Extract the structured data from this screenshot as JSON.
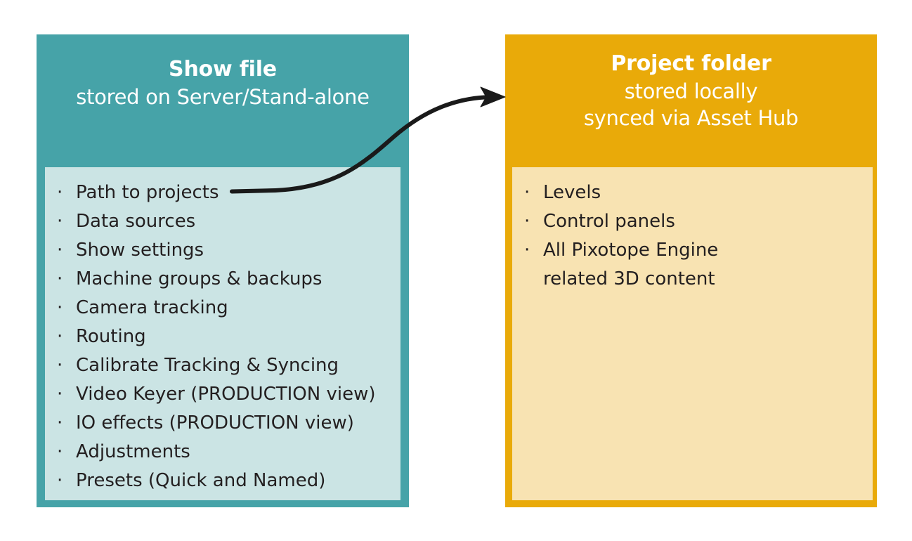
{
  "diagram": {
    "type": "two-panel comparison",
    "colors": {
      "teal": "#46A3A8",
      "teal_light": "#CBE4E4",
      "gold": "#E9AA09",
      "gold_light": "#F8E3B2",
      "text": "#231F20",
      "arrow": "#1A1A1A",
      "background": "#FFFFFF"
    },
    "bullet_glyph": "·"
  },
  "show_file": {
    "title": "Show file",
    "subtitle": "stored on Server/Stand-alone",
    "items": [
      "Path to projects",
      "Data sources",
      "Show settings",
      "Machine groups & backups",
      "Camera tracking",
      "Routing",
      "Calibrate Tracking & Syncing",
      "Video Keyer (PRODUCTION view)",
      "IO effects (PRODUCTION view)",
      "Adjustments",
      "Presets (Quick and Named)"
    ]
  },
  "project_folder": {
    "title": "Project folder",
    "subtitle_line1": "stored locally",
    "subtitle_line2": "synced via Asset Hub",
    "items": [
      "Levels",
      "Control panels",
      "All Pixotope Engine\nrelated 3D content"
    ]
  },
  "connector": {
    "label": "",
    "from": "Path to projects",
    "to": "Project folder"
  }
}
